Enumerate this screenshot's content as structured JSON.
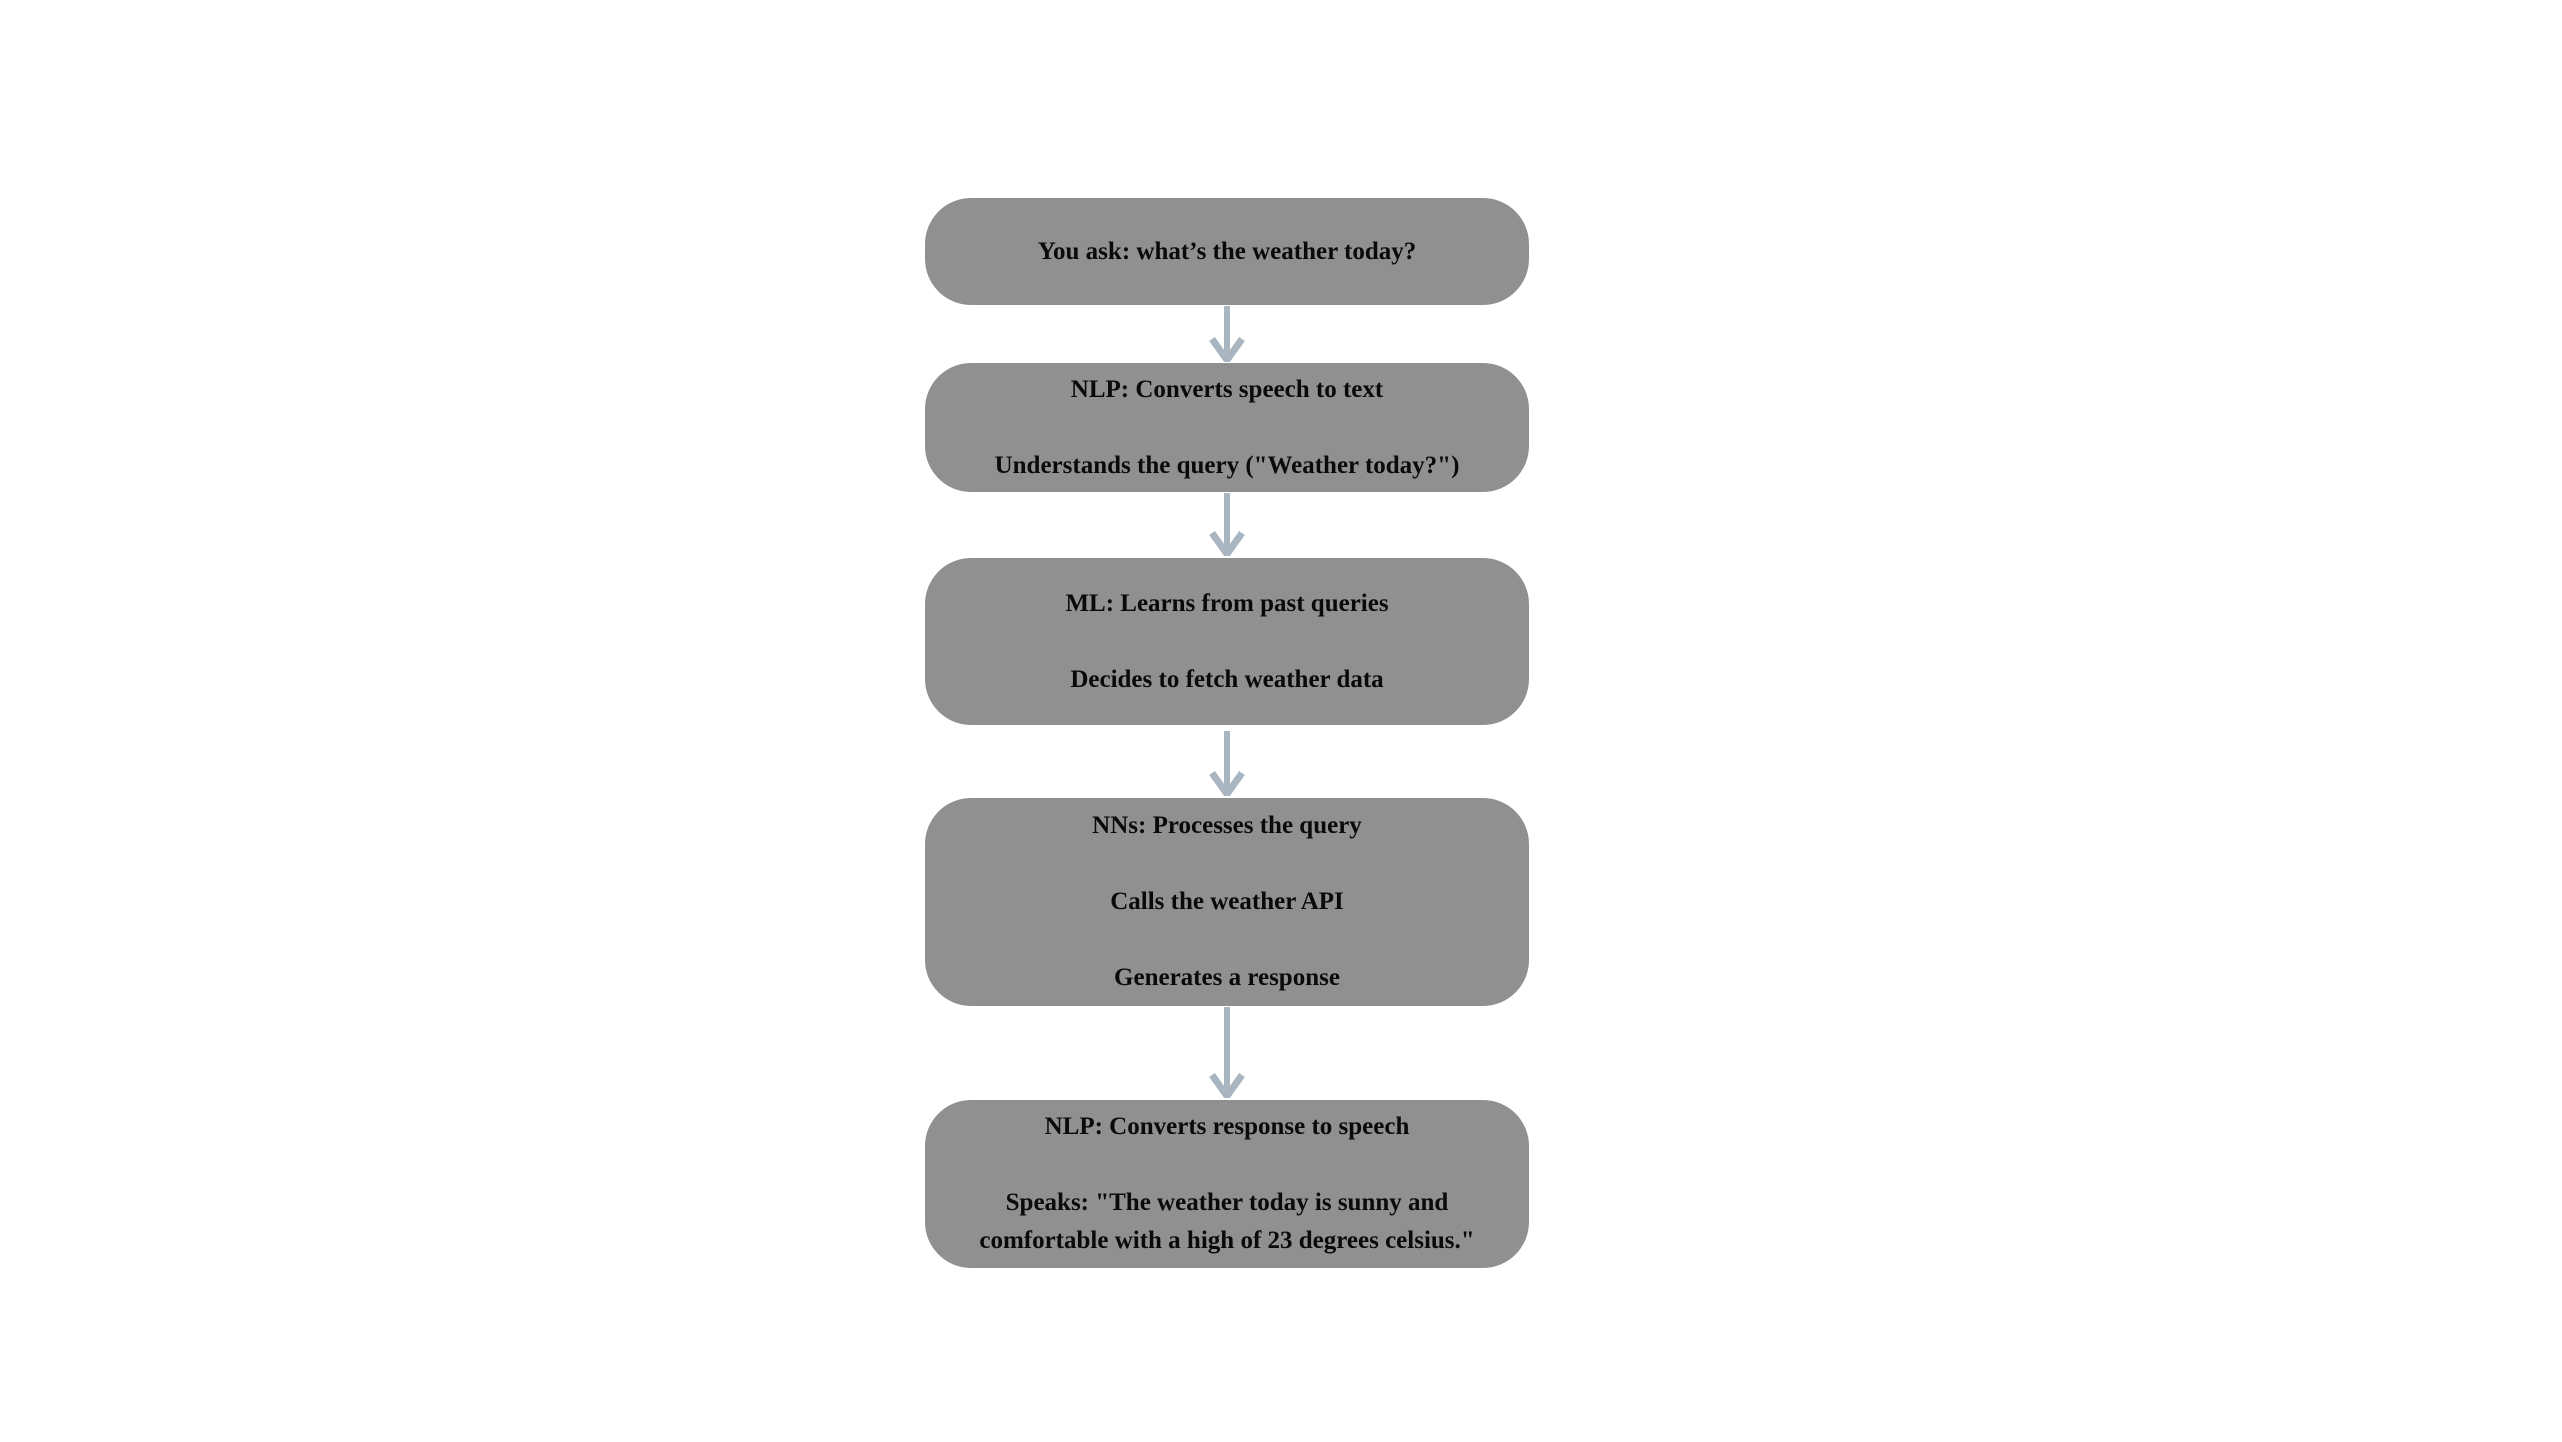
{
  "flowchart": {
    "description": "voice-assistant-weather-query-flow",
    "colors": {
      "background": "#ffffff",
      "box_fill": "#909090",
      "text": "#0a0a0a",
      "arrow": "#a9b6c1"
    },
    "steps": [
      {
        "id": "user-query",
        "paragraphs": [
          "You ask: what’s the weather today?"
        ]
      },
      {
        "id": "nlp-speech-to-text",
        "paragraphs": [
          "NLP: Converts speech to text",
          "Understands the query (\"Weather today?\")"
        ]
      },
      {
        "id": "ml-learning",
        "paragraphs": [
          "ML: Learns from past queries",
          "Decides to fetch weather data"
        ]
      },
      {
        "id": "neural-networks",
        "paragraphs": [
          "NNs: Processes the query",
          "Calls the weather API",
          "Generates a response"
        ]
      },
      {
        "id": "nlp-text-to-speech",
        "paragraphs": [
          "NLP: Converts response to speech",
          "Speaks: \"The weather today is sunny and comfortable with a high of 23 degrees celsius.\""
        ]
      }
    ]
  }
}
